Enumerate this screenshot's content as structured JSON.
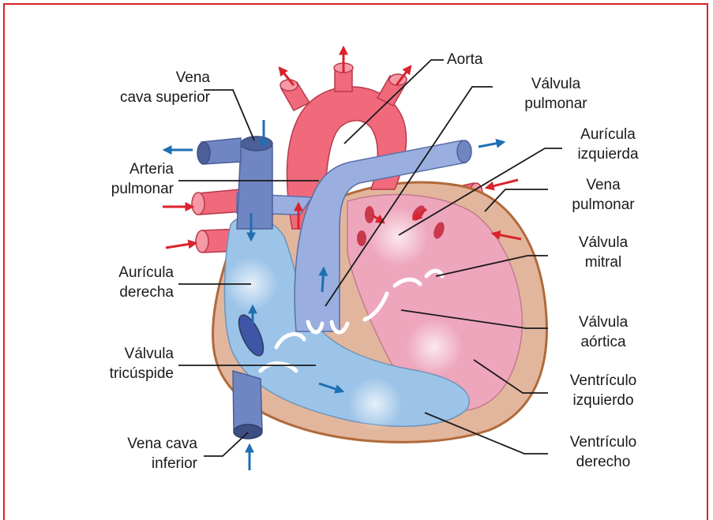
{
  "colors": {
    "frame": "#d9232d",
    "oxygenated_arrow": "#d9232d",
    "deoxygenated_arrow": "#1f6fb2",
    "left_chambers": "#eea6bd",
    "right_chambers": "#9cc4e8",
    "vein_blue": "#6f86c2",
    "artery_red": "#f06a7c",
    "myocardium": "#e2b69d",
    "outline": "#b06a3a"
  },
  "labels": {
    "vena_cava_superior": [
      "Vena",
      "cava superior"
    ],
    "arteria_pulmonar": [
      "Arteria",
      "pulmonar"
    ],
    "auricula_derecha": [
      "Aurícula",
      "derecha"
    ],
    "valvula_tricuspide": [
      "Válvula",
      "tricúspide"
    ],
    "vena_cava_inferior": [
      "Vena cava",
      "inferior"
    ],
    "aorta": [
      "Aorta"
    ],
    "valvula_pulmonar": [
      "Válvula",
      "pulmonar"
    ],
    "auricula_izquierda": [
      "Aurícula",
      "izquierda"
    ],
    "vena_pulmonar": [
      "Vena",
      "pulmonar"
    ],
    "valvula_mitral": [
      "Válvula",
      "mitral"
    ],
    "valvula_aortica": [
      "Válvula",
      "aórtica"
    ],
    "ventriculo_izquierdo": [
      "Ventrículo",
      "izquierdo"
    ],
    "ventriculo_derecho": [
      "Ventrículo",
      "derecho"
    ]
  }
}
